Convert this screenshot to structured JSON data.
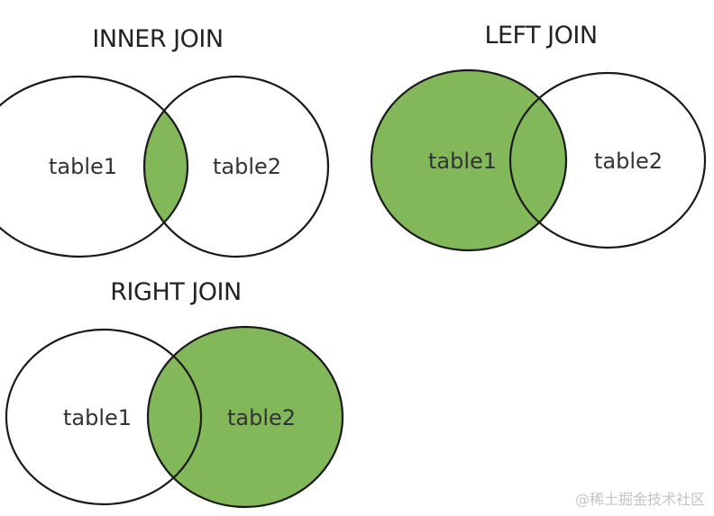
{
  "colors": {
    "fill": "#82b75a",
    "stroke": "#1a1a1a",
    "text": "#333333"
  },
  "diagrams": {
    "inner": {
      "title": "INNER JOIN",
      "left_label": "table1",
      "right_label": "table2",
      "highlight": "intersection"
    },
    "left": {
      "title": "LEFT JOIN",
      "left_label": "table1",
      "right_label": "table2",
      "highlight": "left"
    },
    "right": {
      "title": "RIGHT JOIN",
      "left_label": "table1",
      "right_label": "table2",
      "highlight": "right"
    }
  },
  "watermark": "@稀土掘金技术社区"
}
